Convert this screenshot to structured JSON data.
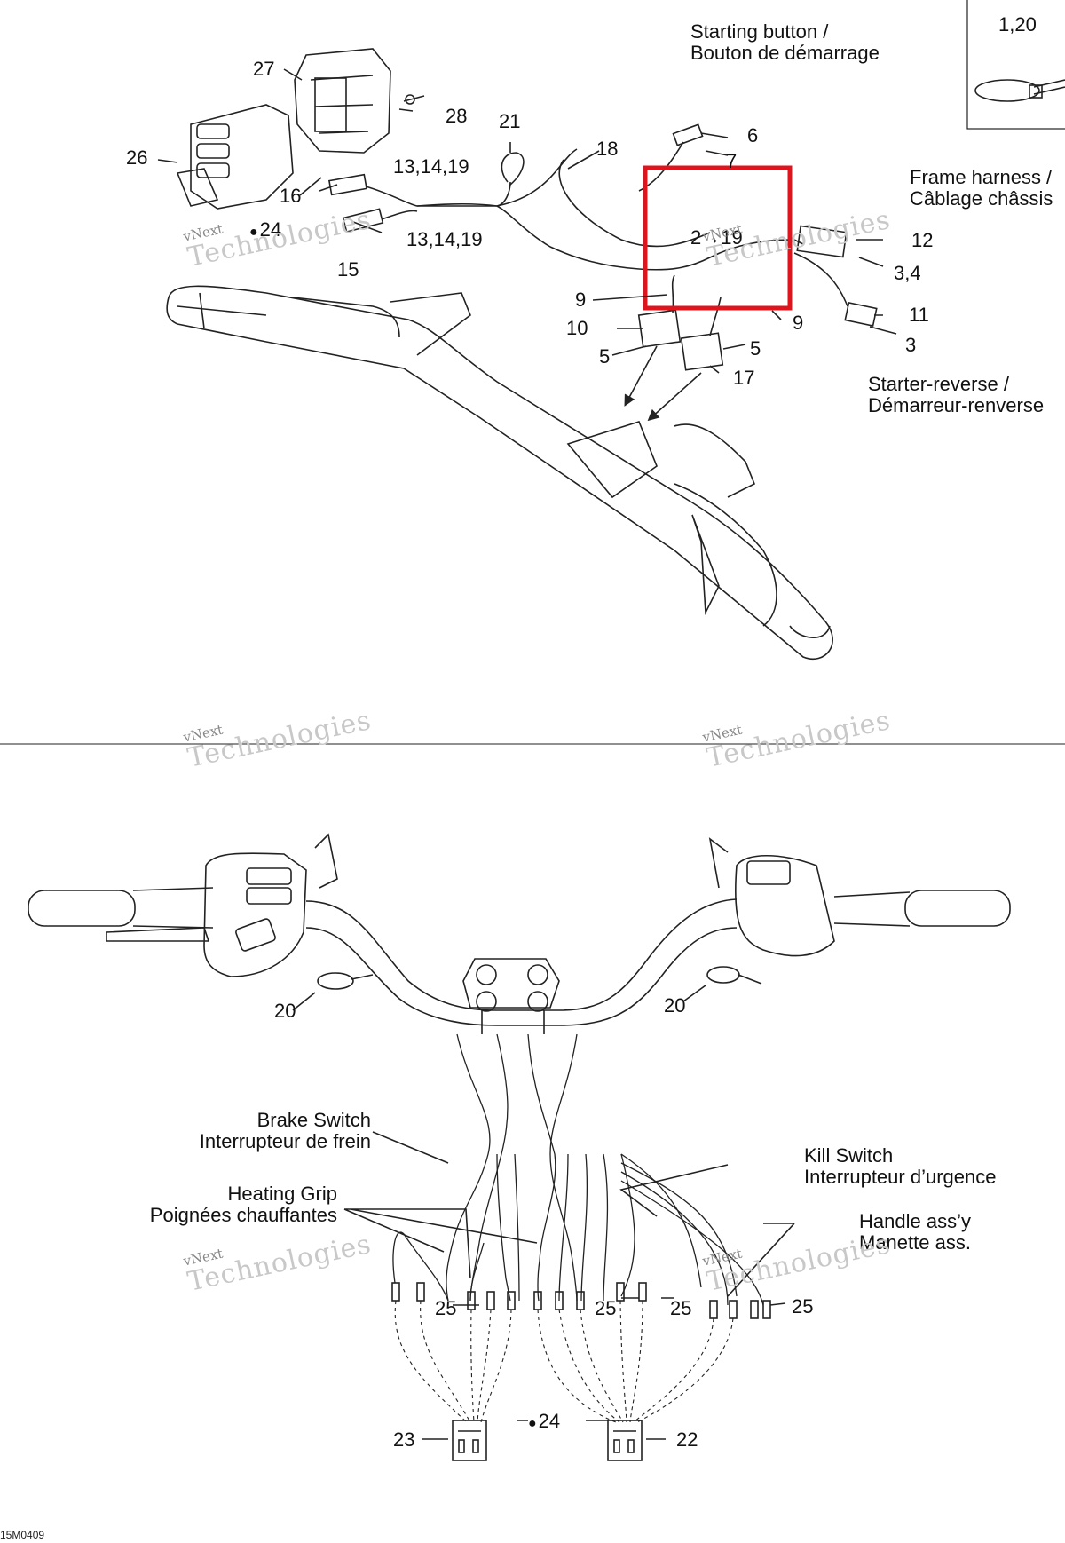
{
  "callouts": {
    "n27": "27",
    "n28": "28",
    "n21": "21",
    "n18": "18",
    "n6": "6",
    "n7": "7",
    "n26": "26",
    "n13a": "13,14,19",
    "n16": "16",
    "n24a": "24",
    "n13b": "13,14,19",
    "n15": "15",
    "n2_19": "2→19",
    "n12": "12",
    "n3_4": "3,4",
    "n9a": "9",
    "n9b": "9",
    "n11": "11",
    "n3": "3",
    "n10": "10",
    "n5a": "5",
    "n5b": "5",
    "n17": "17",
    "n1_20": "1,20",
    "n20a": "20",
    "n20b": "20",
    "n25a": "25",
    "n25b": "25",
    "n25c": "25",
    "n25d": "25",
    "n23": "23",
    "n24b": "24",
    "n22": "22"
  },
  "captions": {
    "starting_button_en": "Starting button /",
    "starting_button_fr": "Bouton de démarrage",
    "frame_harness_en": "Frame harness /",
    "frame_harness_fr": "Câblage châssis",
    "starter_reverse_en": "Starter-reverse /",
    "starter_reverse_fr": "Démarreur-renverse",
    "brake_switch_en": "Brake Switch",
    "brake_switch_fr": "Interrupteur de frein",
    "heating_grip_en": "Heating Grip",
    "heating_grip_fr": "Poignées chauffantes",
    "kill_switch_en": "Kill Switch",
    "kill_switch_fr": "Interrupteur d’urgence",
    "handle_assy_en": "Handle ass’y",
    "handle_assy_fr": "Manette ass."
  },
  "watermark": {
    "line1": "vNext",
    "line2": "Technologies"
  },
  "figure_code": "15M0409",
  "colors": {
    "highlight": "#e0141c",
    "line": "#222222"
  }
}
